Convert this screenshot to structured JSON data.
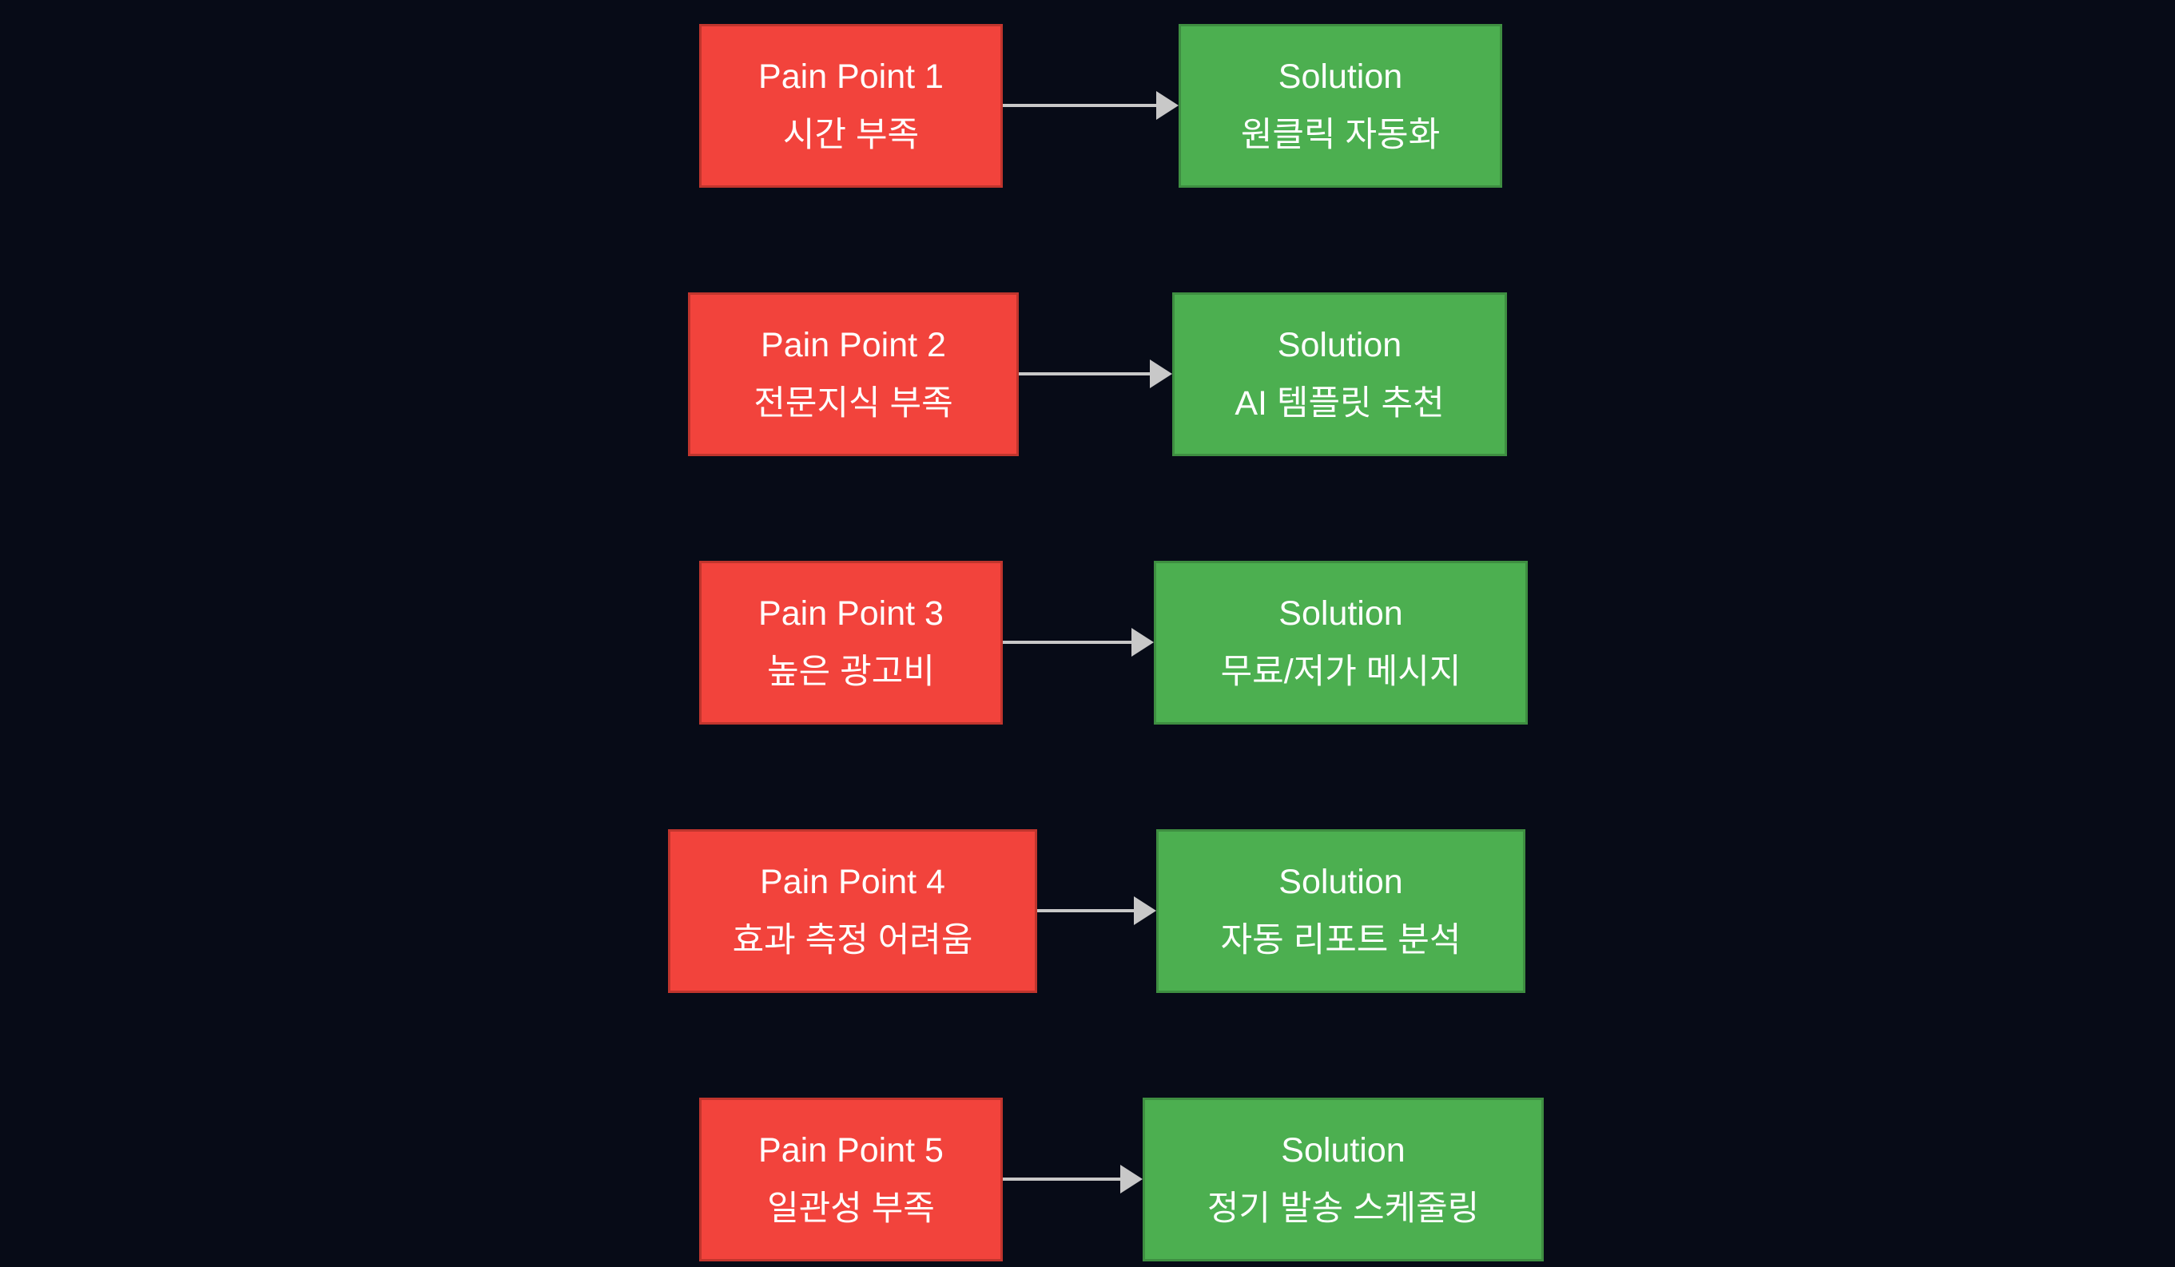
{
  "diagram": {
    "type": "flowchart",
    "colors": {
      "bg": "#070b17",
      "pain_fill": "#f2433c",
      "pain_border": "#c0352d",
      "solution_fill": "#4caf50",
      "solution_border": "#3e8e41",
      "arrow": "#c8c8c8",
      "text": "#ffffff"
    },
    "rows": [
      {
        "pain_title": "Pain Point 1",
        "pain_label": "시간 부족",
        "solution_title": "Solution",
        "solution_label": "원클릭 자동화"
      },
      {
        "pain_title": "Pain Point 2",
        "pain_label": "전문지식 부족",
        "solution_title": "Solution",
        "solution_label": "AI 템플릿 추천"
      },
      {
        "pain_title": "Pain Point 3",
        "pain_label": "높은 광고비",
        "solution_title": "Solution",
        "solution_label": "무료/저가 메시지"
      },
      {
        "pain_title": "Pain Point 4",
        "pain_label": "효과 측정 어려움",
        "solution_title": "Solution",
        "solution_label": "자동 리포트 분석"
      },
      {
        "pain_title": "Pain Point 5",
        "pain_label": "일관성 부족",
        "solution_title": "Solution",
        "solution_label": "정기 발송 스케줄링"
      }
    ]
  }
}
